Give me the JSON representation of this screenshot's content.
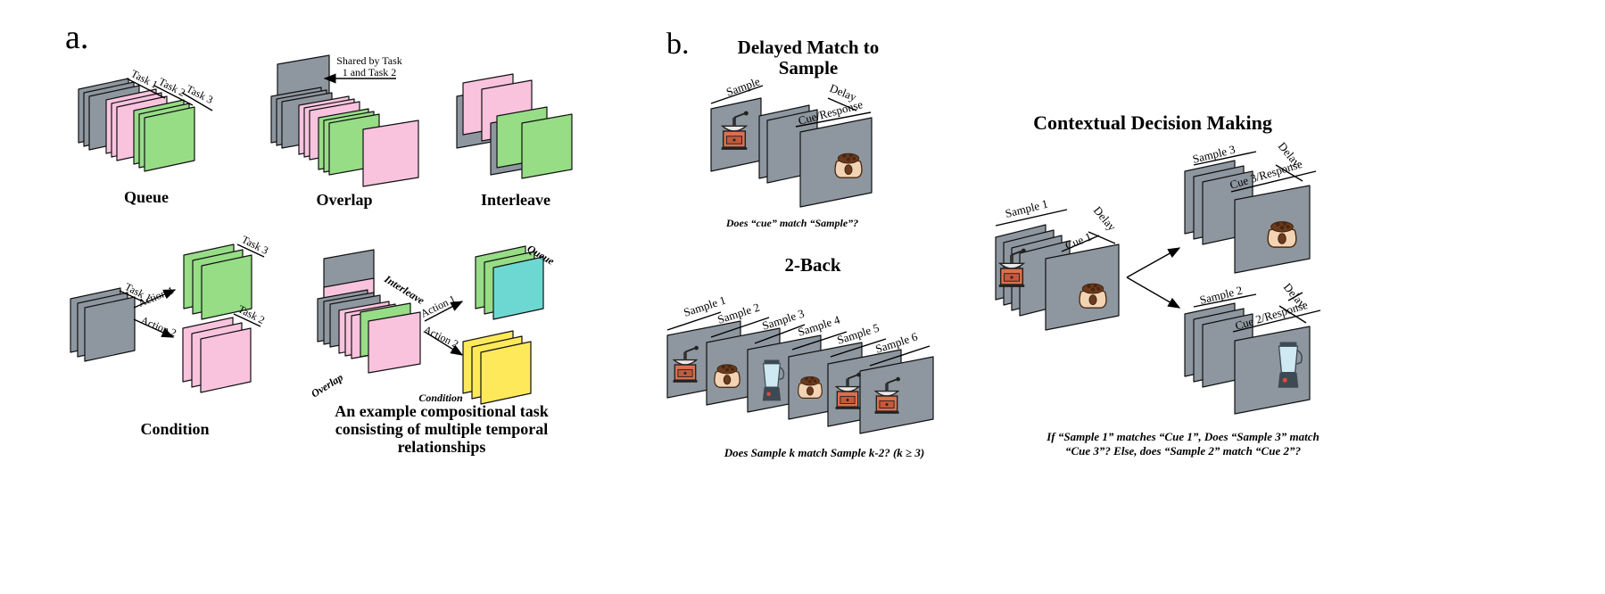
{
  "colors": {
    "gray": "#8e979f",
    "pink": "#f9c3de",
    "green": "#96dd86",
    "teal": "#6dd8d2",
    "yellow": "#fde95a"
  },
  "icons": [
    "coffee-grinder-icon",
    "coffee-bag-icon",
    "blender-icon"
  ],
  "panel_a": {
    "letter": "a.",
    "queue": {
      "title": "Queue",
      "task1": "Task 1",
      "task2": "Task 2",
      "task3": "Task 3"
    },
    "overlap": {
      "title": "Overlap",
      "note_line1": "Shared by Task",
      "note_line2": "1 and Task 2"
    },
    "interleave": {
      "title": "Interleave"
    },
    "condition": {
      "title": "Condition",
      "task1": "Task 1",
      "task2": "Task 2",
      "task3": "Task 3",
      "action1": "Action 1",
      "action2": "Action 2"
    },
    "composition": {
      "interleave": "Interleave",
      "overlap": "Overlap",
      "queue": "Queue",
      "condition": "Condition",
      "action1": "Action 1",
      "action2": "Action 2",
      "title_line1": "An example compositional task",
      "title_line2": "consisting of multiple temporal",
      "title_line3": "relationships"
    }
  },
  "panel_b": {
    "letter": "b.",
    "dms": {
      "title_line1": "Delayed Match to",
      "title_line2": "Sample",
      "sample": "Sample",
      "delay": "Delay",
      "cue_response": "Cue/Response",
      "question": "Does “cue” match “Sample”?"
    },
    "twoback": {
      "title": "2-Back",
      "samples": [
        "Sample 1",
        "Sample 2",
        "Sample 3",
        "Sample 4",
        "Sample 5",
        "Sample 6"
      ],
      "question": "Does Sample k match Sample k-2? (k ≥ 3)"
    },
    "cdm": {
      "title": "Contextual Decision Making",
      "sample1": "Sample 1",
      "delay": "Delay",
      "cue1": "Cue 1",
      "sample3": "Sample 3",
      "cue3": "Cue 3/Response",
      "sample2": "Sample 2",
      "cue2": "Cue 2/Response",
      "question_line1": "If “Sample 1” matches “Cue 1”,  Does “Sample 3” match",
      "question_line2": "“Cue 3”? Else, does “Sample 2” match “Cue 2”?"
    }
  }
}
